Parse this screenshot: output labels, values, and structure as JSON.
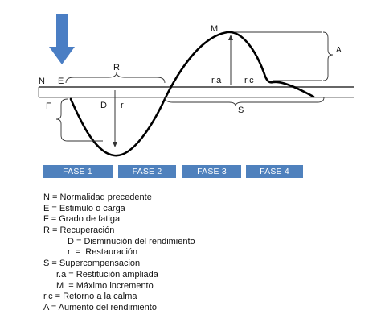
{
  "colors": {
    "arrow": "#4a7ec4",
    "phase_box": "#4f81bd",
    "curve": "#000000",
    "line": "#333333"
  },
  "diagram": {
    "labels": {
      "N": "N",
      "E": "E",
      "F": "F",
      "R": "R",
      "D": "D",
      "r": "r",
      "M": "M",
      "ra": "r.a",
      "rc": "r.c",
      "S": "S",
      "A": "A"
    }
  },
  "phases": [
    "FASE 1",
    "FASE 2",
    "FASE 3",
    "FASE 4"
  ],
  "legend": [
    {
      "text": "N = Normalidad precedente",
      "indent": 0
    },
    {
      "text": "E = Estimulo o carga",
      "indent": 0
    },
    {
      "text": "F = Grado de fatiga",
      "indent": 0
    },
    {
      "text": "R = Recuperación",
      "indent": 0
    },
    {
      "text": "D = Disminución del rendimiento",
      "indent": 2
    },
    {
      "text": "r  =  Restauración",
      "indent": 2
    },
    {
      "text": "S = Supercompensacion",
      "indent": 0
    },
    {
      "text": "r.a = Restitución ampliada",
      "indent": 1
    },
    {
      "text": "M  = Máximo incremento",
      "indent": 1
    },
    {
      "text": "r.c = Retorno a la calma",
      "indent": 0
    },
    {
      "text": "A = Aumento del rendimiento",
      "indent": 0
    }
  ]
}
